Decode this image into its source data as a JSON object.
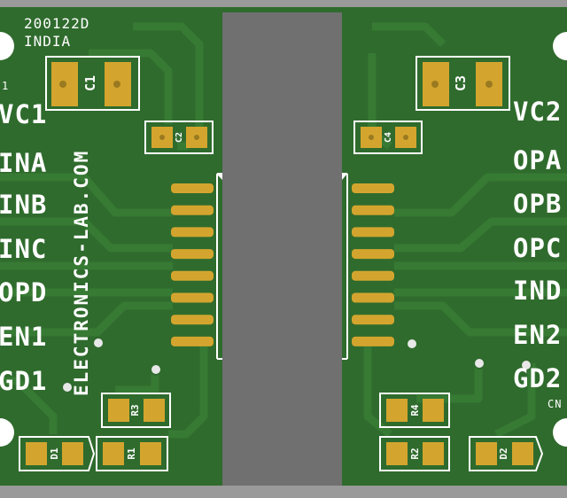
{
  "board": {
    "colors": {
      "frame": "#9a9a9a",
      "mask": "#2f6b2d",
      "mask_dark": "#265a24",
      "trace": "#377a34",
      "copper": "#d4a52e",
      "silk": "#ffffff",
      "chip": "#707070"
    },
    "header_code": "200122D",
    "header_country": "INDIA",
    "vertical_text": "ELECTRONICS-LAB.COM",
    "left_labels": [
      "VC1",
      "INA",
      "INB",
      "INC",
      "OPD",
      "EN1",
      "GD1"
    ],
    "right_labels": [
      "VC2",
      "OPA",
      "OPB",
      "OPC",
      "IND",
      "EN2",
      "GD2"
    ],
    "edge_left_fragment": "1",
    "edge_right_fragment": "CN",
    "components": {
      "c1": "C1",
      "c2": "C2",
      "c3": "C3",
      "c4": "C4",
      "r1": "R1",
      "r2": "R2",
      "r3": "R3",
      "r4": "R4",
      "d1": "D1",
      "d2": "D2"
    },
    "ic_pins_per_side": 8
  }
}
